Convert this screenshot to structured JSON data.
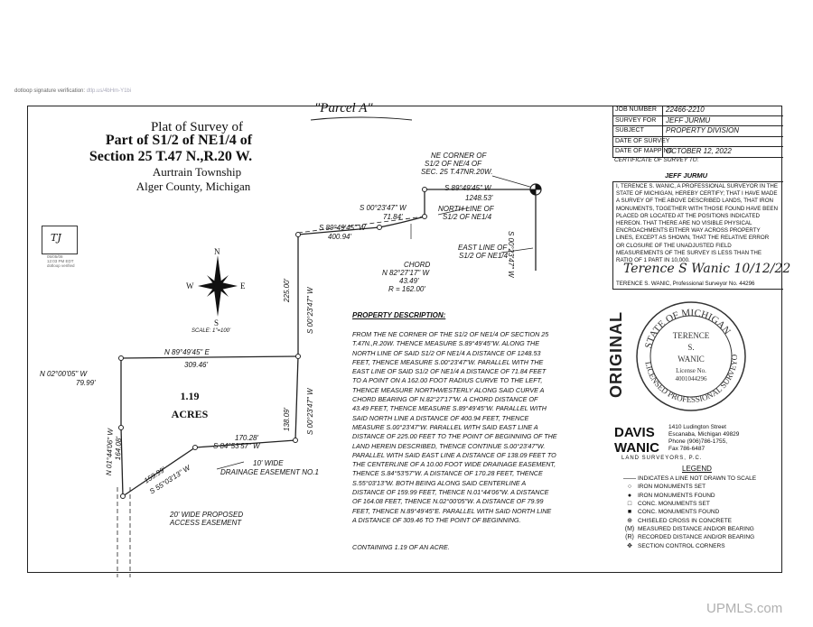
{
  "signature_line": {
    "text": "dotloop signature verification:",
    "blurred": "dtlp.us/4bHm-Y1bi"
  },
  "parcel_heading": "\"Parcel A\"",
  "title": {
    "line1": "Plat of Survey of",
    "line2": "Part of S1/2 of NE1/4 of",
    "line3": "Section 25 T.47 N.,R.20 W.",
    "line4": "Aurtrain Township",
    "line5": "Alger County, Michigan"
  },
  "initials_stamp": {
    "initials": "TJ",
    "sub1": "05/05/08",
    "sub2": "12:03 PM EDT",
    "sub3": "dotloop verified"
  },
  "compass": {
    "n": "N",
    "s": "S",
    "e": "E",
    "w": "W",
    "scale": "SCALE: 1\"=100'"
  },
  "map_labels": {
    "ne_corner_1": "NE CORNER OF",
    "ne_corner_2": "S1/2 OF NE/4 OF",
    "ne_corner_3": "SEC. 25 T.47NR.20W.",
    "top_bearing": "S 89°49'45\" W",
    "top_dist": "1248.53'",
    "north_line_1": "NORTH LINE OF",
    "north_line_2": "S1/2 OF NE1/4",
    "s00_a": "S 00°23'47\" W",
    "s00_a_dist": "71.84'",
    "s89_b": "S 89°49'45\" W",
    "s89_b_dist": "400.94'",
    "east_line_1": "EAST LINE OF",
    "east_line_2": "S1/2 OF NE1/4",
    "right_vert": "S 00°23'47\" W",
    "chord": "CHORD",
    "chord_brg": "N 82°27'17\" W",
    "chord_dist": "43.49'",
    "radius": "R = 162.00'",
    "vert_225": "225.00'",
    "vert_s00": "S 00°23'47\" W",
    "n89": "N 89°49'45\" E",
    "n89_dist": "309.46'",
    "n02": "N 02°00'05\" W",
    "n02_dist": "79.99'",
    "acres_num": "1.19",
    "acres_lbl": "ACRES",
    "vert_138": "138.09'",
    "vert_s00_b": "S 00°23'47\" W",
    "d170": "170.28'",
    "s84": "S 84°53'57\" W",
    "easement_1": "10' WIDE",
    "easement_2": "DRAINAGE EASEMENT NO.1",
    "n01": "N 01°44'06\" W",
    "n01_dist": "164.08'",
    "d159": "159.99'",
    "s55": "S 55°03'13\" W",
    "access_1": "20' WIDE PROPOSED",
    "access_2": "ACCESS EASEMENT"
  },
  "property": {
    "heading": "PROPERTY DESCRIPTION:",
    "lines": [
      "FROM THE NE CORNER OF THE S1/2 OF NE1/4 OF SECTION 25",
      "T.47N.,R.20W. THENCE MEASURE S.89°49'45\"W. ALONG THE",
      "NORTH LINE OF SAID S1/2 OF NE1/4 A DISTANCE OF 1248.53",
      "FEET, THENCE MEASURE S.00°23'47\"W. PARALLEL WITH THE",
      "EAST LINE OF SAID S1/2 OF NE1/4 A DISTANCE OF 71.84 FEET",
      "TO A POINT ON A 162.00 FOOT RADIUS CURVE TO THE LEFT,",
      "THENCE MEASURE NORTHWESTERLY ALONG SAID CURVE A",
      "CHORD BEARING OF N.82°27'17\"W. A CHORD DISTANCE OF",
      "43.49 FEET, THENCE MEASURE S.89°49'45\"W. PARALLEL WITH",
      "SAID NORTH LINE A DISTANCE OF 400.94 FEET, THENCE",
      "MEASURE S.00°23'47\"W. PARALLEL WITH SAID EAST LINE A",
      "DISTANCE OF 225.00 FEET TO THE POINT OF BEGINNING OF THE",
      "LAND HEREIN DESCRIBED, THENCE CONTINUE S.00°23'47\"W.",
      "PARALLEL WITH SAID EAST LINE A DISTANCE OF 138.09 FEET TO",
      "THE CENTERLINE OF A 10.00 FOOT WIDE DRAINAGE EASEMENT,",
      "THENCE S.84°53'57\"W. A DISTANCE OF 170.28 FEET, THENCE",
      "S.55°03'13\"W. BOTH BEING ALONG SAID CENTERLINE A",
      "DISTANCE OF 159.99 FEET, THENCE N.01°44'06\"W. A DISTANCE",
      "OF 164.08 FEET, THENCE N.02°00'05\"W. A DISTANCE OF 79.99",
      "FEET, THENCE N.89°49'45\"E. PARALLEL WITH SAID NORTH LINE",
      "A DISTANCE OF 309.46 TO THE POINT OF BEGINNING."
    ],
    "containing": "CONTAINING 1.19 OF AN ACRE."
  },
  "job": {
    "rows": [
      {
        "k": "JOB NUMBER",
        "v": "22466-2210"
      },
      {
        "k": "SURVEY FOR",
        "v": "JEFF JURMU"
      },
      {
        "k": "SUBJECT",
        "v": "PROPERTY DIVISION"
      },
      {
        "k": "DATE OF SURVEY",
        "v": ""
      },
      {
        "k": "DATE OF MAPPING",
        "v": "OCTOBER 12, 2022"
      }
    ],
    "cert_for": "CERTIFICATE OF SURVEY TO:",
    "cert_name": "JEFF JURMU",
    "cert_text": "I, TERENCE S. WANIC, A PROFESSIONAL SURVEYOR IN THE STATE OF MICHIGAN, HEREBY CERTIFY; THAT I HAVE MADE A SURVEY OF THE ABOVE DESCRIBED LANDS, THAT IRON MONUMENTS, TOGETHER WITH THOSE FOUND HAVE BEEN PLACED OR LOCATED AT THE POSITIONS INDICATED HEREON. THAT THERE ARE NO VISIBLE PHYSICAL ENCROACHMENTS EITHER WAY ACROSS PROPERTY LINES, EXCEPT AS SHOWN, THAT THE RELATIVE ERROR OR CLOSURE OF THE UNADJUSTED FIELD MEASUREMENTS OF THE SURVEY IS LESS THAN THE RATIO OF 1 PART IN 10,000.",
    "signature": "Terence S Wanic 10/12/22",
    "surveyor": "TERENCE S. WANIC, Professional Surveyor No. 44296"
  },
  "seal": {
    "original": "ORIGINAL",
    "ring_top": "STATE OF MICHIGAN",
    "ring_bottom": "LICENSED PROFESSIONAL SURVEYOR",
    "name1": "TERENCE",
    "name2": "S.",
    "name3": "WANIC",
    "license": "License No.",
    "num": "4001044296"
  },
  "firm": {
    "logo1": "DAVIS",
    "logo2": "WANIC",
    "addr1": "1410 Ludington Street",
    "addr2": "Escanaba, Michigan 49829",
    "phone": "Phone (906)786-1755,",
    "fax": "Fax 786-6487",
    "sub": "LAND SURVEYORS, P.C."
  },
  "legend": {
    "title": "LEGEND",
    "items": [
      {
        "sym": "——",
        "txt": "INDICATES A LINE NOT DRAWN TO SCALE"
      },
      {
        "sym": "○",
        "txt": "IRON MONUMENTS SET"
      },
      {
        "sym": "●",
        "txt": "IRON MONUMENTS FOUND"
      },
      {
        "sym": "□",
        "txt": "CONC. MONUMENTS SET"
      },
      {
        "sym": "■",
        "txt": "CONC. MONUMENTS FOUND"
      },
      {
        "sym": "⊕",
        "txt": "CHISELED CROSS IN CONCRETE"
      },
      {
        "sym": "(M)",
        "txt": "MEASURED DISTANCE AND/OR BEARING"
      },
      {
        "sym": "(R)",
        "txt": "RECORDED DISTANCE AND/OR BEARING"
      },
      {
        "sym": "✥",
        "txt": "SECTION CONTROL CORNERS"
      }
    ]
  },
  "watermark": "UPMLS.com"
}
